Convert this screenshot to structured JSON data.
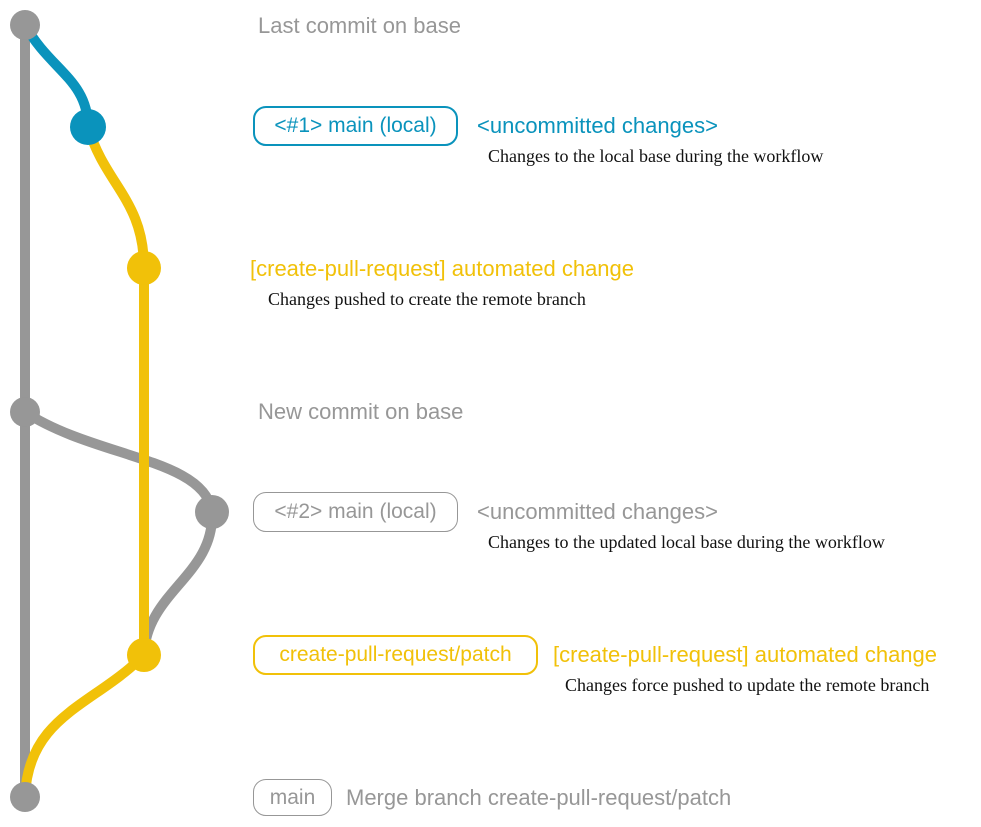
{
  "colors": {
    "base-gray": "#979797",
    "local-blue": "#0a93bc",
    "patch-yellow": "#f1c109",
    "note-black": "#111111"
  },
  "labels": {
    "last_commit_on_base": "Last commit on base",
    "main_local_1_ref": "<#1> main (local)",
    "uncommitted_changes_1": "<uncommitted changes>",
    "uncommitted_note_1": "Changes to the local base during the workflow",
    "automated_change_1": "[create-pull-request] automated change",
    "automated_note_1": "Changes pushed to create the remote branch",
    "new_commit_on_base": "New commit on base",
    "main_local_2_ref": "<#2> main (local)",
    "uncommitted_changes_2": "<uncommitted changes>",
    "uncommitted_note_2": "Changes to the updated local base during the workflow",
    "patch_branch_ref": "create-pull-request/patch",
    "automated_change_2": "[create-pull-request] automated change",
    "automated_note_2": "Changes force pushed to update the remote branch",
    "main_ref": "main",
    "merge_message": "Merge branch create-pull-request/patch"
  },
  "graph": {
    "branch_colors": {
      "base": "gray",
      "main_local": "blue",
      "create_pull_request_patch": "yellow"
    },
    "commits": [
      {
        "name": "last-commit-on-base",
        "branch": "base",
        "color": "gray"
      },
      {
        "name": "local-main-1-uncommitted",
        "branch": "main_local",
        "color": "blue"
      },
      {
        "name": "create-remote-branch-commit",
        "branch": "create_pull_request_patch",
        "color": "yellow"
      },
      {
        "name": "new-commit-on-base",
        "branch": "base",
        "color": "gray"
      },
      {
        "name": "local-main-2-uncommitted",
        "branch": "main_local",
        "color": "gray"
      },
      {
        "name": "force-push-commit",
        "branch": "create_pull_request_patch",
        "color": "yellow"
      },
      {
        "name": "merge-commit",
        "branch": "base",
        "color": "gray"
      }
    ]
  }
}
